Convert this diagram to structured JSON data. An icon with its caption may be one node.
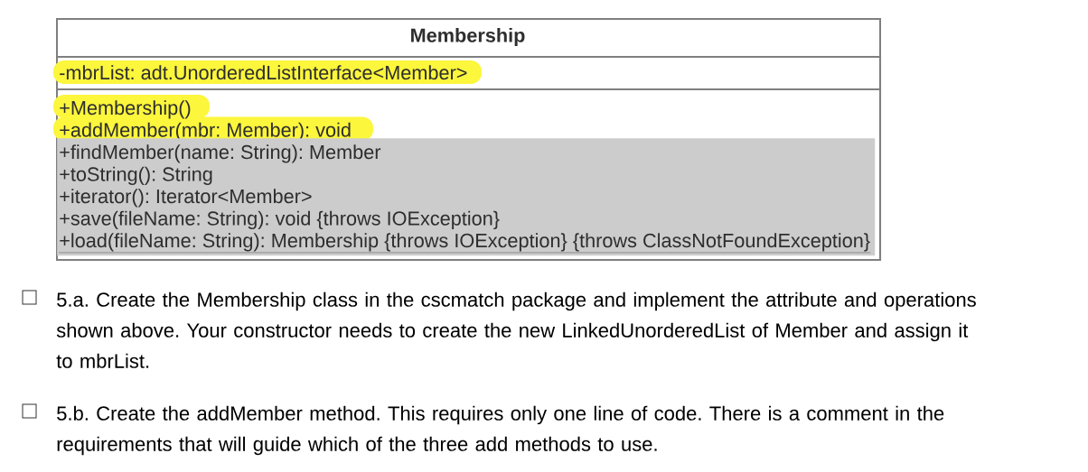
{
  "diagram": {
    "nodes": [
      {
        "text": [
          "Membership"
        ]
      },
      {
        "text": [
          "-mbrList: adt.UnorderedListInterface<Member>"
        ],
        "in": 0
      },
      {
        "text": [
          "+Membership()",
          "+addMember(mbr: Member): void"
        ],
        "in": 0
      },
      {
        "text": [
          "+findMember(name: String): Member",
          "+toString(): String",
          "+iterator(): Iterator<Member>",
          "+save(fileName: String): void {throws IOException}",
          "+load(fileName: String): Membership {throws IOException} {throws ClassNotFoundException}"
        ],
        "in": 2
      }
    ],
    "labels": [
      "5.a. Create the Membership class in the cscmatch package and implement the attribute and operations shown above. Your constructor needs to create the new LinkedUnorderedList of Member and assign it to mbrList.",
      "5.b. Create the addMember method. This requires only one line of code. There is a comment in the requirements that will guide which of the three add methods to use."
    ]
  }
}
